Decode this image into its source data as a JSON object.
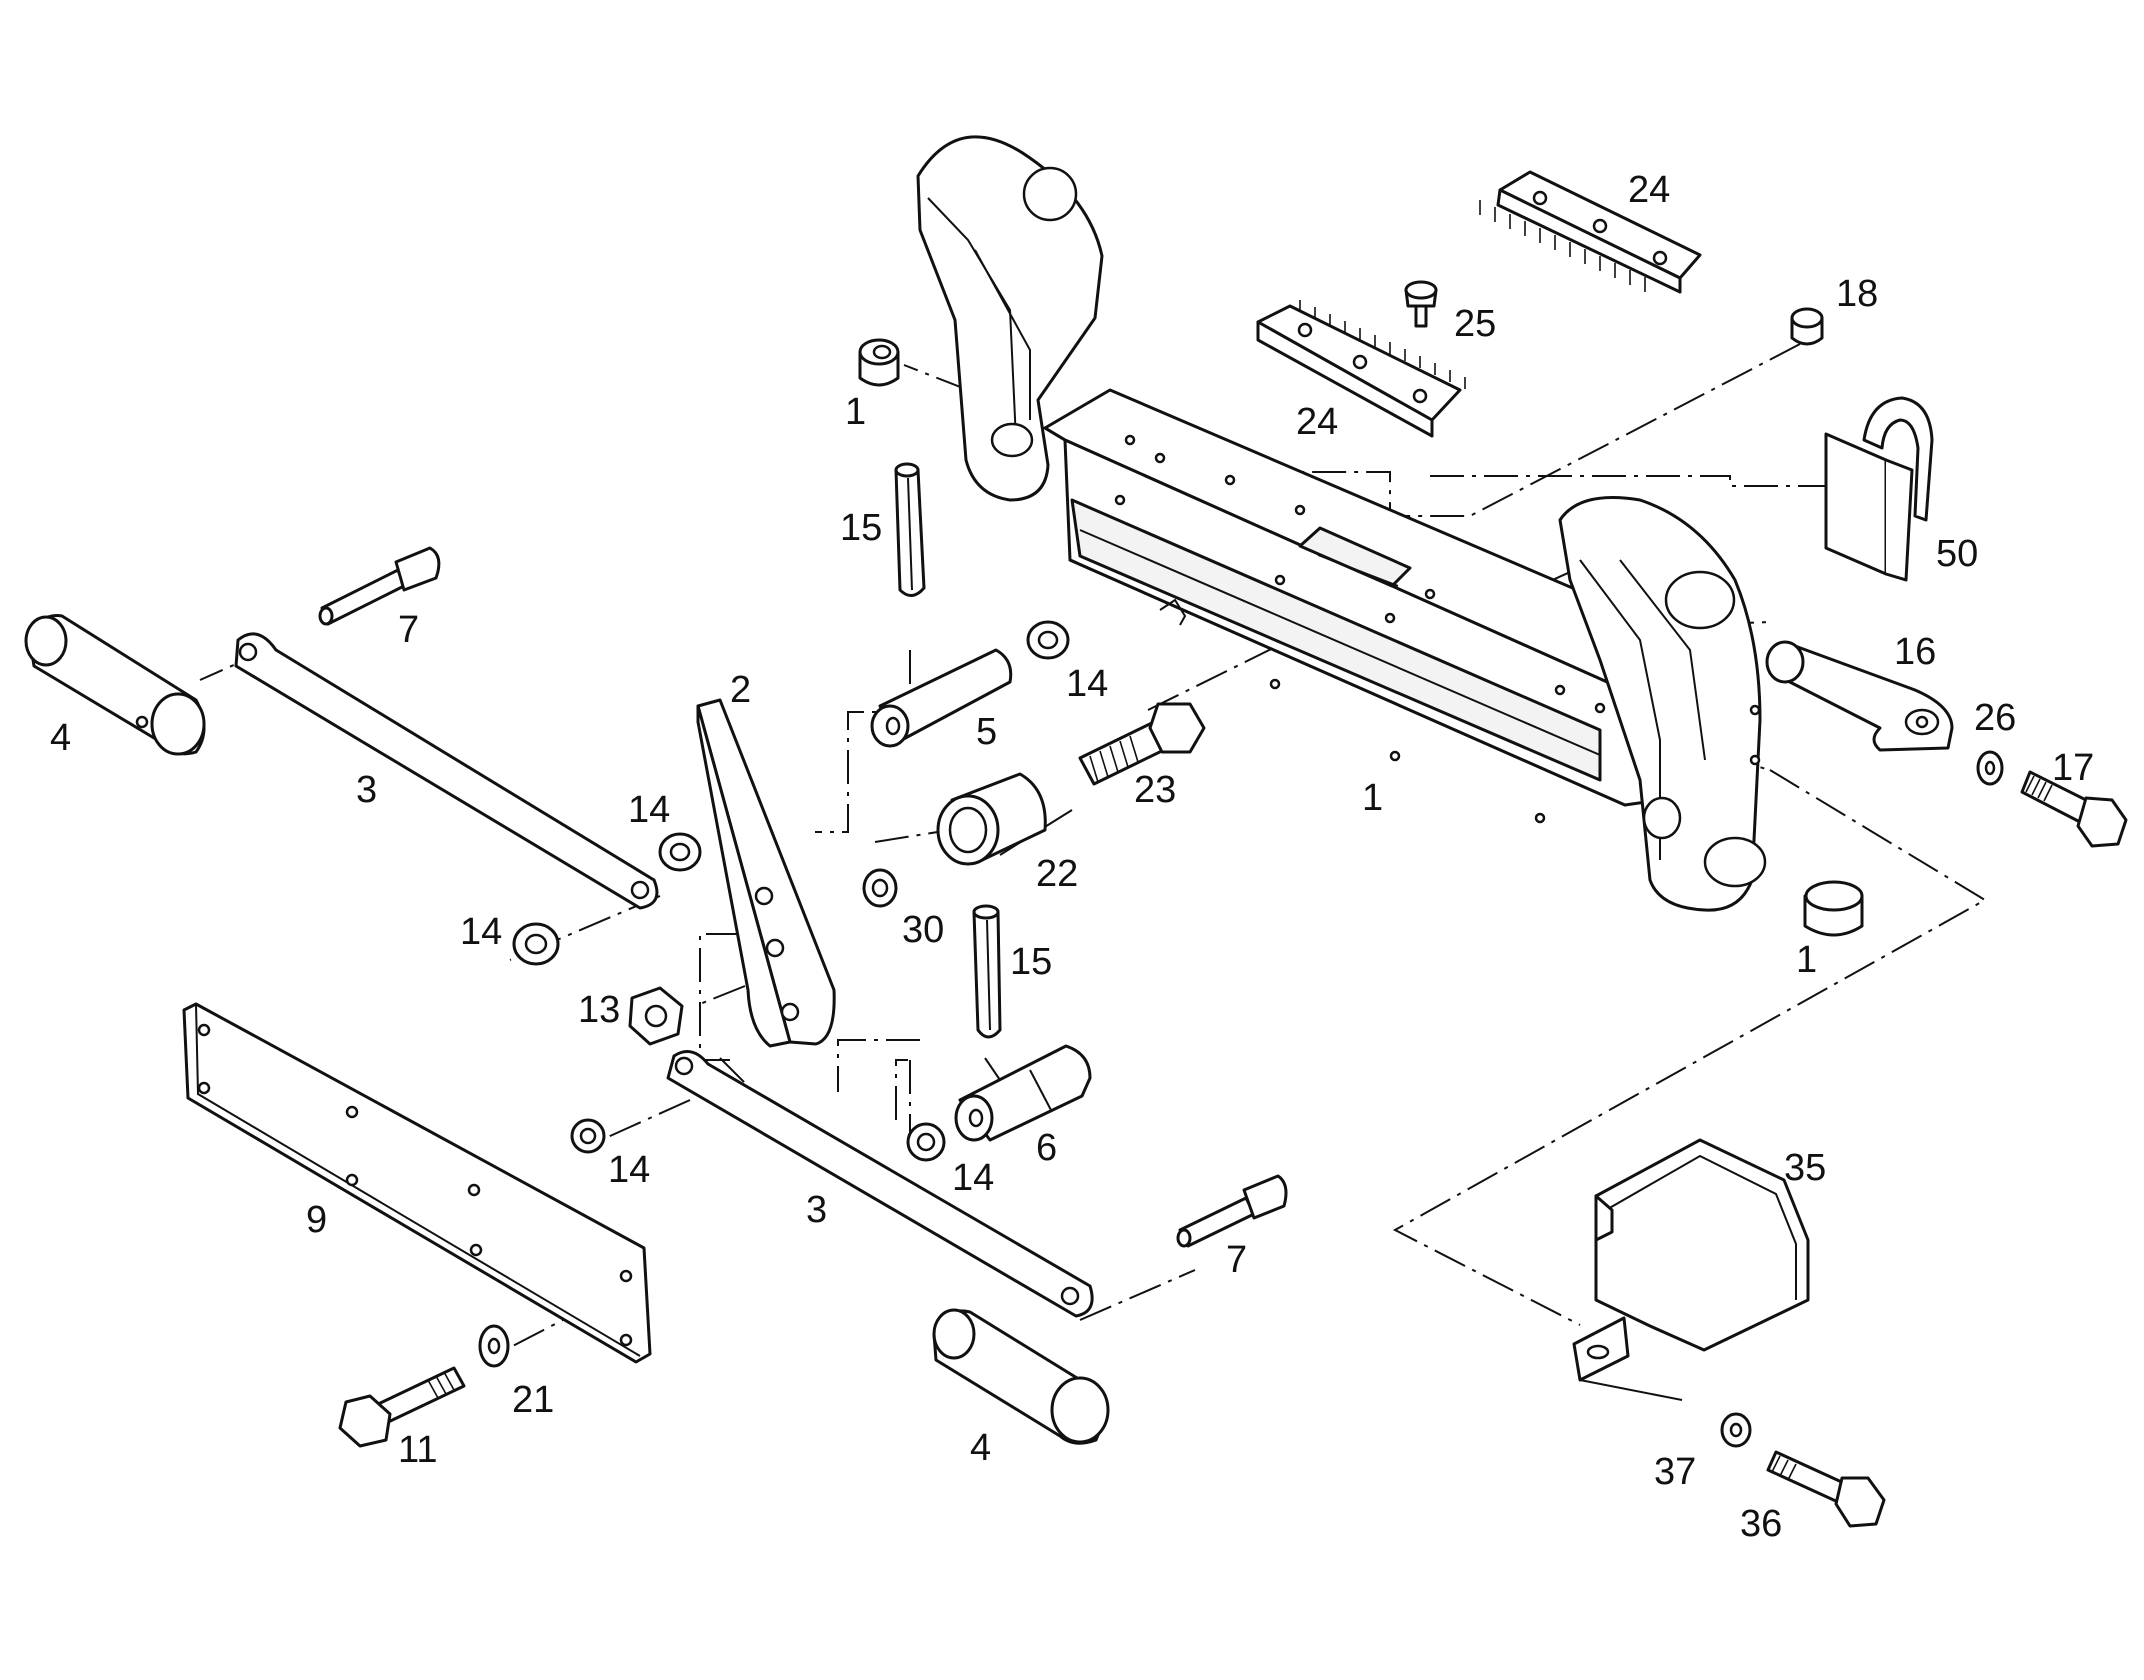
{
  "callouts": [
    {
      "id": "c-1a",
      "text": "1"
    },
    {
      "id": "c-1b",
      "text": "1"
    },
    {
      "id": "c-1c",
      "text": "1"
    },
    {
      "id": "c-2",
      "text": "2"
    },
    {
      "id": "c-3a",
      "text": "3"
    },
    {
      "id": "c-3b",
      "text": "3"
    },
    {
      "id": "c-4a",
      "text": "4"
    },
    {
      "id": "c-4b",
      "text": "4"
    },
    {
      "id": "c-5",
      "text": "5"
    },
    {
      "id": "c-6",
      "text": "6"
    },
    {
      "id": "c-7a",
      "text": "7"
    },
    {
      "id": "c-7b",
      "text": "7"
    },
    {
      "id": "c-9",
      "text": "9"
    },
    {
      "id": "c-11",
      "text": "11"
    },
    {
      "id": "c-13",
      "text": "13"
    },
    {
      "id": "c-14a",
      "text": "14"
    },
    {
      "id": "c-14b",
      "text": "14"
    },
    {
      "id": "c-14c",
      "text": "14"
    },
    {
      "id": "c-14d",
      "text": "14"
    },
    {
      "id": "c-14e",
      "text": "14"
    },
    {
      "id": "c-15a",
      "text": "15"
    },
    {
      "id": "c-15b",
      "text": "15"
    },
    {
      "id": "c-16",
      "text": "16"
    },
    {
      "id": "c-17",
      "text": "17"
    },
    {
      "id": "c-18",
      "text": "18"
    },
    {
      "id": "c-21",
      "text": "21"
    },
    {
      "id": "c-22",
      "text": "22"
    },
    {
      "id": "c-23",
      "text": "23"
    },
    {
      "id": "c-24a",
      "text": "24"
    },
    {
      "id": "c-24b",
      "text": "24"
    },
    {
      "id": "c-25",
      "text": "25"
    },
    {
      "id": "c-26",
      "text": "26"
    },
    {
      "id": "c-30",
      "text": "30"
    },
    {
      "id": "c-35",
      "text": "35"
    },
    {
      "id": "c-36",
      "text": "36"
    },
    {
      "id": "c-37",
      "text": "37"
    },
    {
      "id": "c-50",
      "text": "50"
    }
  ]
}
